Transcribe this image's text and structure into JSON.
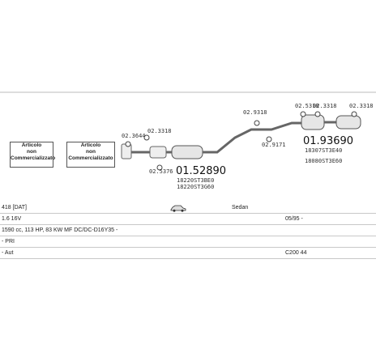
{
  "parts": {
    "p1": {
      "code": "02.3644"
    },
    "p2": {
      "code": "02.3318"
    },
    "p3": {
      "code": "02.5376"
    },
    "p4": {
      "code": "02.9318"
    },
    "p5": {
      "code": "02.9171"
    },
    "p6": {
      "code": "02.5318"
    },
    "p7": {
      "code": "02.3318"
    },
    "p8": {
      "code": "02.3318"
    }
  },
  "front_muffler": {
    "number": "01.52890",
    "oe1": "18220ST3BE0",
    "oe2": "18220ST3G60"
  },
  "rear_muffler": {
    "number": "01.93690",
    "oe1": "18307ST3E40",
    "oe2": "18080ST3E60"
  },
  "not_sold_boxes": [
    {
      "line1": "Articolo",
      "line2": "non",
      "line3": "Commercializzato"
    },
    {
      "line1": "Articolo",
      "line2": "non",
      "line3": "Commercializzato"
    }
  ],
  "info_rows": [
    {
      "left": "418 [DAT]",
      "mid": "Sedan",
      "right": ""
    },
    {
      "left": "1.6 16V",
      "mid": "",
      "right": "05/95 -"
    },
    {
      "left": "1590 cc, 113 HP, 83 KW MF DC/DC-D16Y35 -",
      "mid": "",
      "right": ""
    },
    {
      "left": "- PRI",
      "mid": "",
      "right": ""
    },
    {
      "left": "- Aut",
      "mid": "",
      "right": "C200 44"
    }
  ]
}
